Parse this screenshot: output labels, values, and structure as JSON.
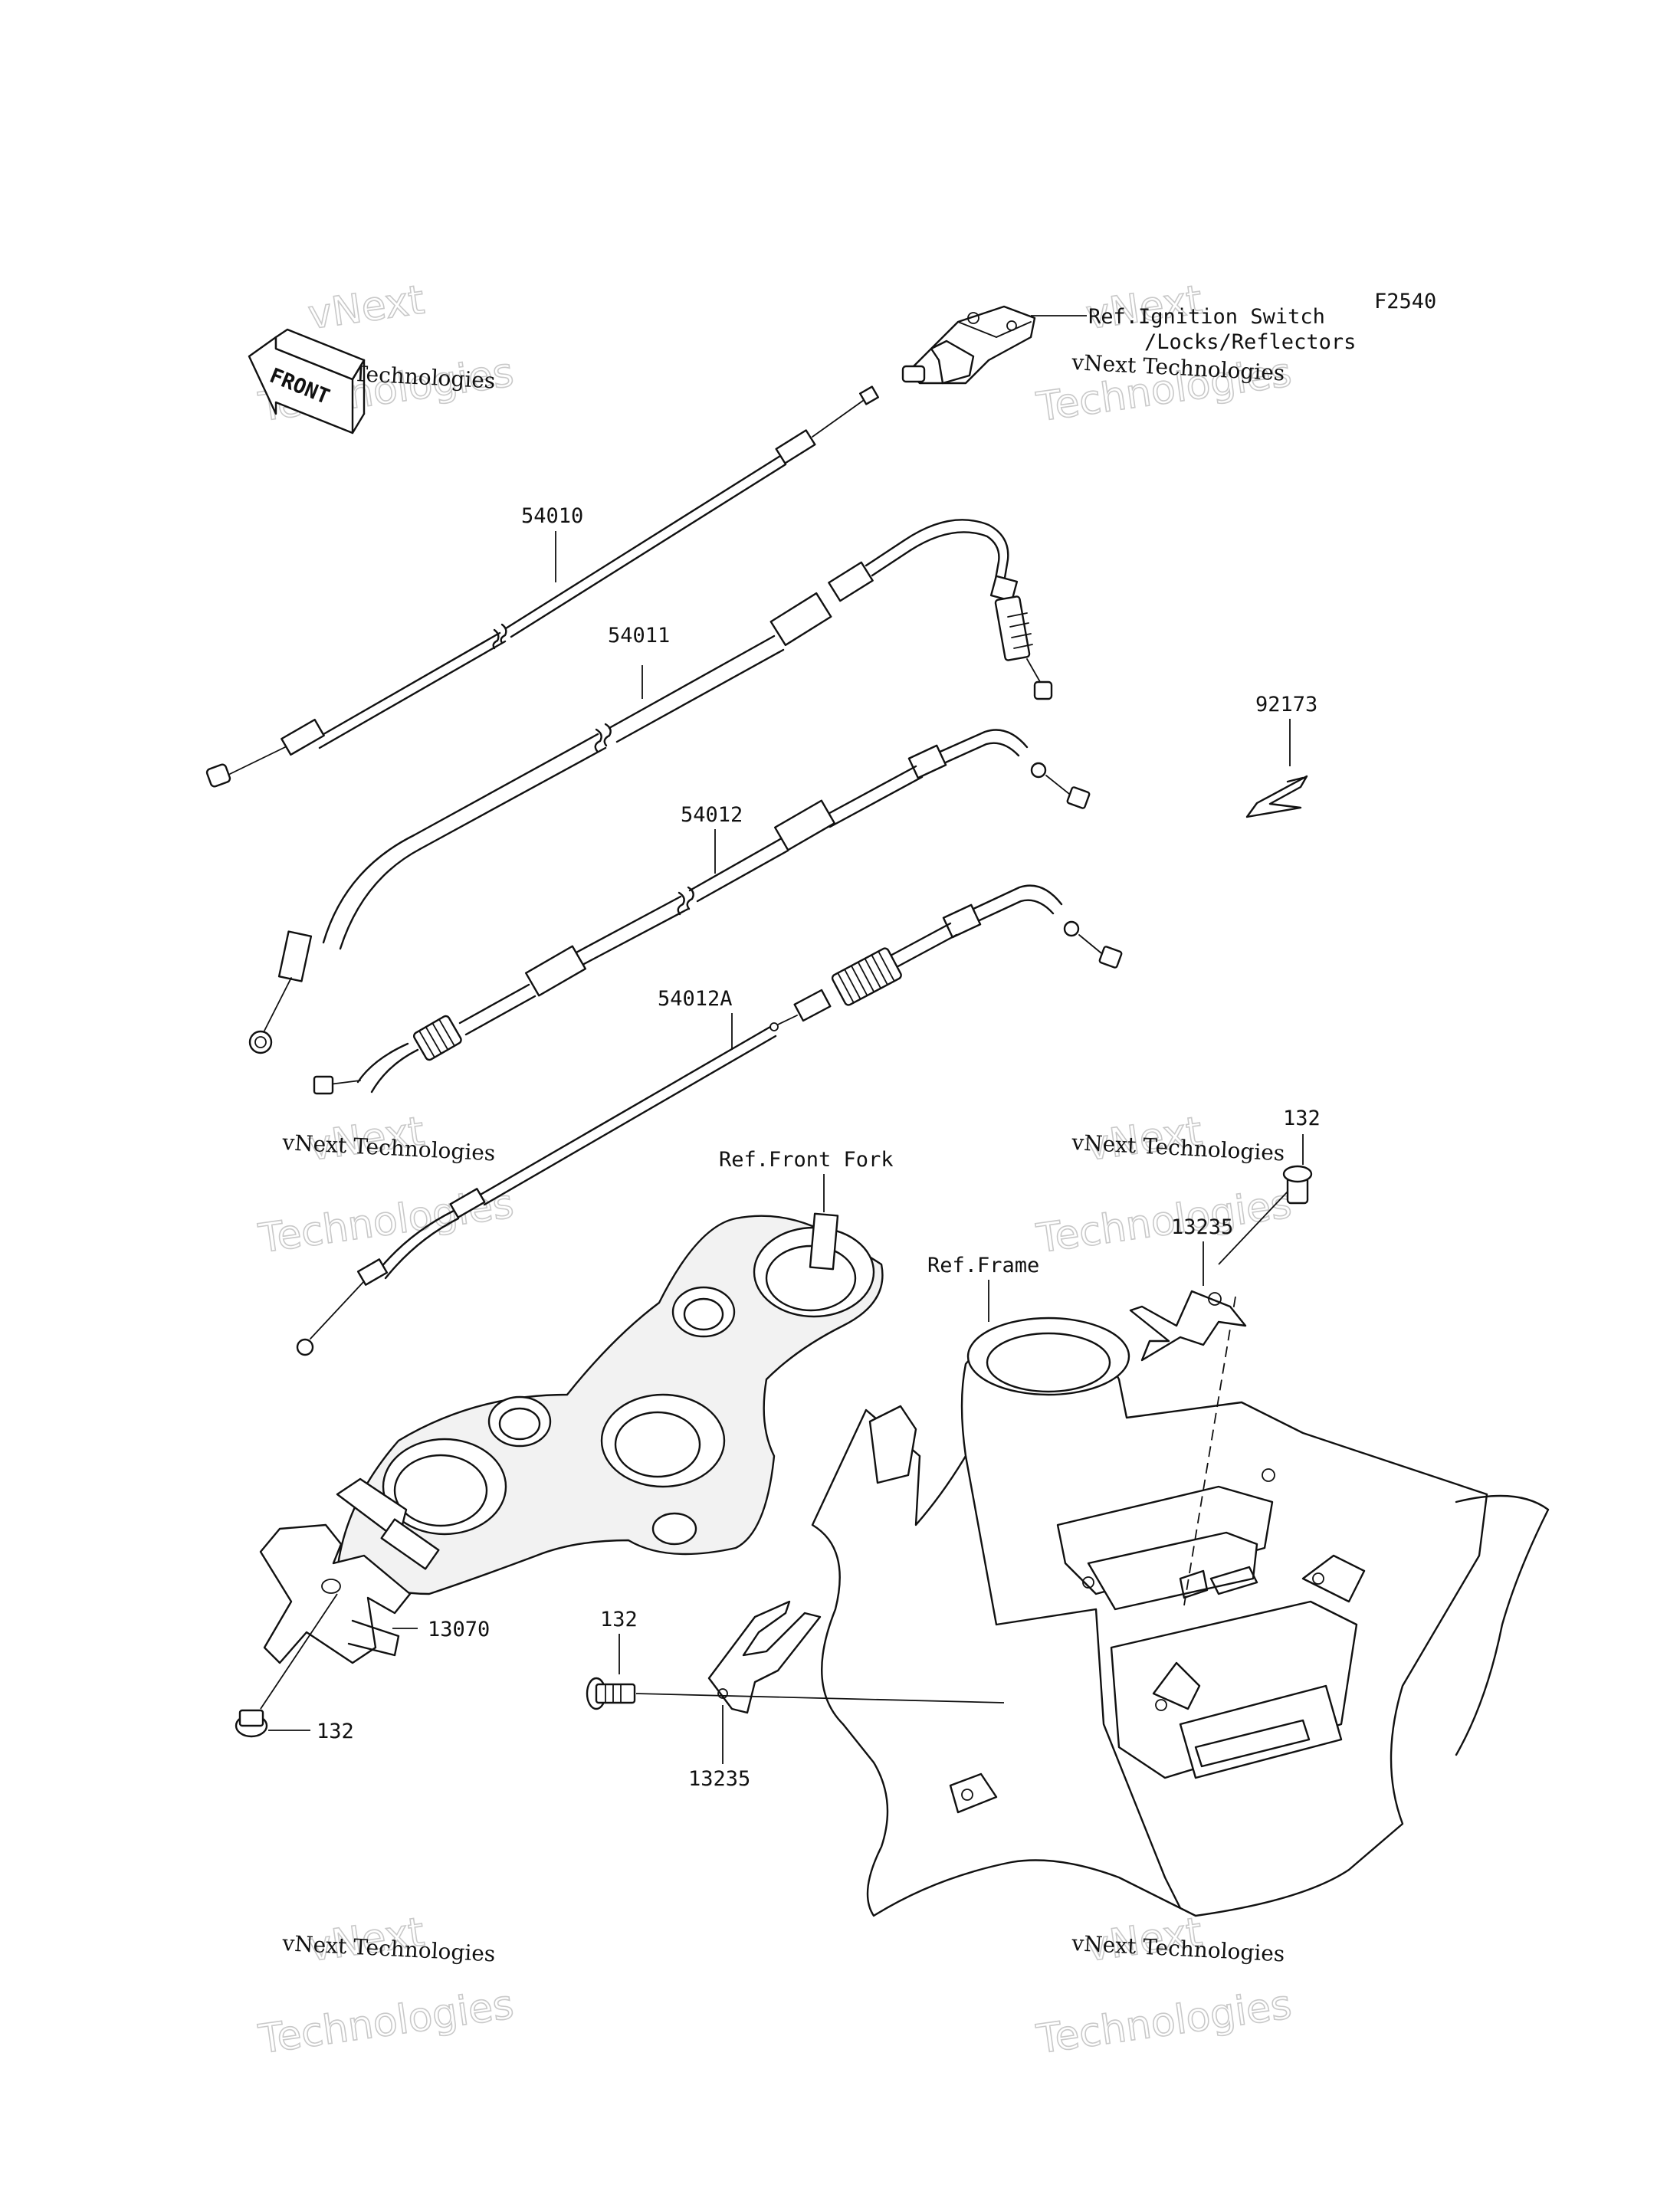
{
  "figure_code": "F2540",
  "front_marker": "FRONT",
  "references": {
    "ignition": [
      "Ref.Ignition Switch",
      "/Locks/Reflectors"
    ],
    "front_fork": "Ref.Front Fork",
    "frame": "Ref.Frame"
  },
  "parts": {
    "p54010": "54010",
    "p54011": "54011",
    "p54012": "54012",
    "p54012A": "54012A",
    "p92173": "92173",
    "p13070": "13070",
    "p132_top": "132",
    "p132_mid": "132",
    "p132_left": "132",
    "p13235_top": "13235",
    "p13235_bottom": "13235"
  },
  "watermark": {
    "line1": "vNext Technologies",
    "line2": "Technologies",
    "line3": "vNext"
  }
}
